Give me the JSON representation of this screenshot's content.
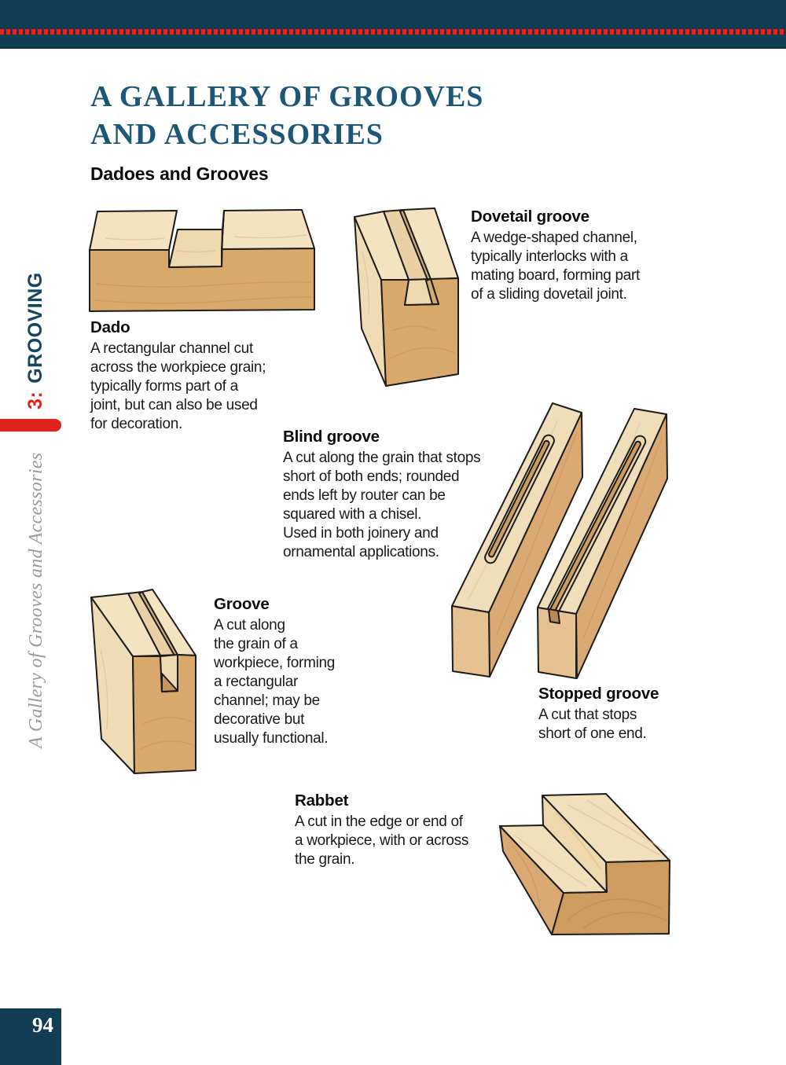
{
  "page": {
    "title": "A GALLERY OF GROOVES\nAND ACCESSORIES",
    "section_heading": "Dadoes and Grooves"
  },
  "entries": [
    {
      "id": "dado",
      "heading": "Dado",
      "body": "A rectangular channel cut\nacross the workpiece grain;\ntypically forms part of a\njoint, but can also be used\nfor decoration."
    },
    {
      "id": "dovetail-groove",
      "heading": "Dovetail groove",
      "body": "A wedge-shaped channel,\ntypically interlocks with a\nmating board, forming part\nof a sliding dovetail joint."
    },
    {
      "id": "blind-groove",
      "heading": "Blind groove",
      "body": "A cut along the grain that stops\nshort of both ends; rounded\nends left by router can be\nsquared with a chisel.\nUsed in both joinery and\nornamental applications."
    },
    {
      "id": "groove",
      "heading": "Groove",
      "body": "A cut along\nthe grain of a\nworkpiece, forming\na rectangular\nchannel; may be\ndecorative but\nusually functional."
    },
    {
      "id": "stopped-groove",
      "heading": "Stopped groove",
      "body": "A cut that stops\nshort of one end."
    },
    {
      "id": "rabbet",
      "heading": "Rabbet",
      "body": "A cut in the edge or end of\na workpiece, with or across\nthe grain."
    }
  ],
  "sidebar": {
    "chapter_number": "3:",
    "chapter_name": "GROOVING",
    "caption": "A Gallery of Grooves and Accessories"
  },
  "footer": {
    "page_number": "94"
  },
  "palette": {
    "bar_teal": "#113e54",
    "title_teal": "#1d5778",
    "accent_red": "#e2231d",
    "text_black": "#1a1a1a",
    "caption_gray": "#9a9a9a",
    "wood_top_light": "#f4e3c1",
    "wood_side_tan": "#d9a86b",
    "wood_end_tan": "#e6c191",
    "wood_groove_floor": "#eed9ae",
    "wood_shadow": "#c08a50",
    "outline": "#1c1c1c"
  }
}
